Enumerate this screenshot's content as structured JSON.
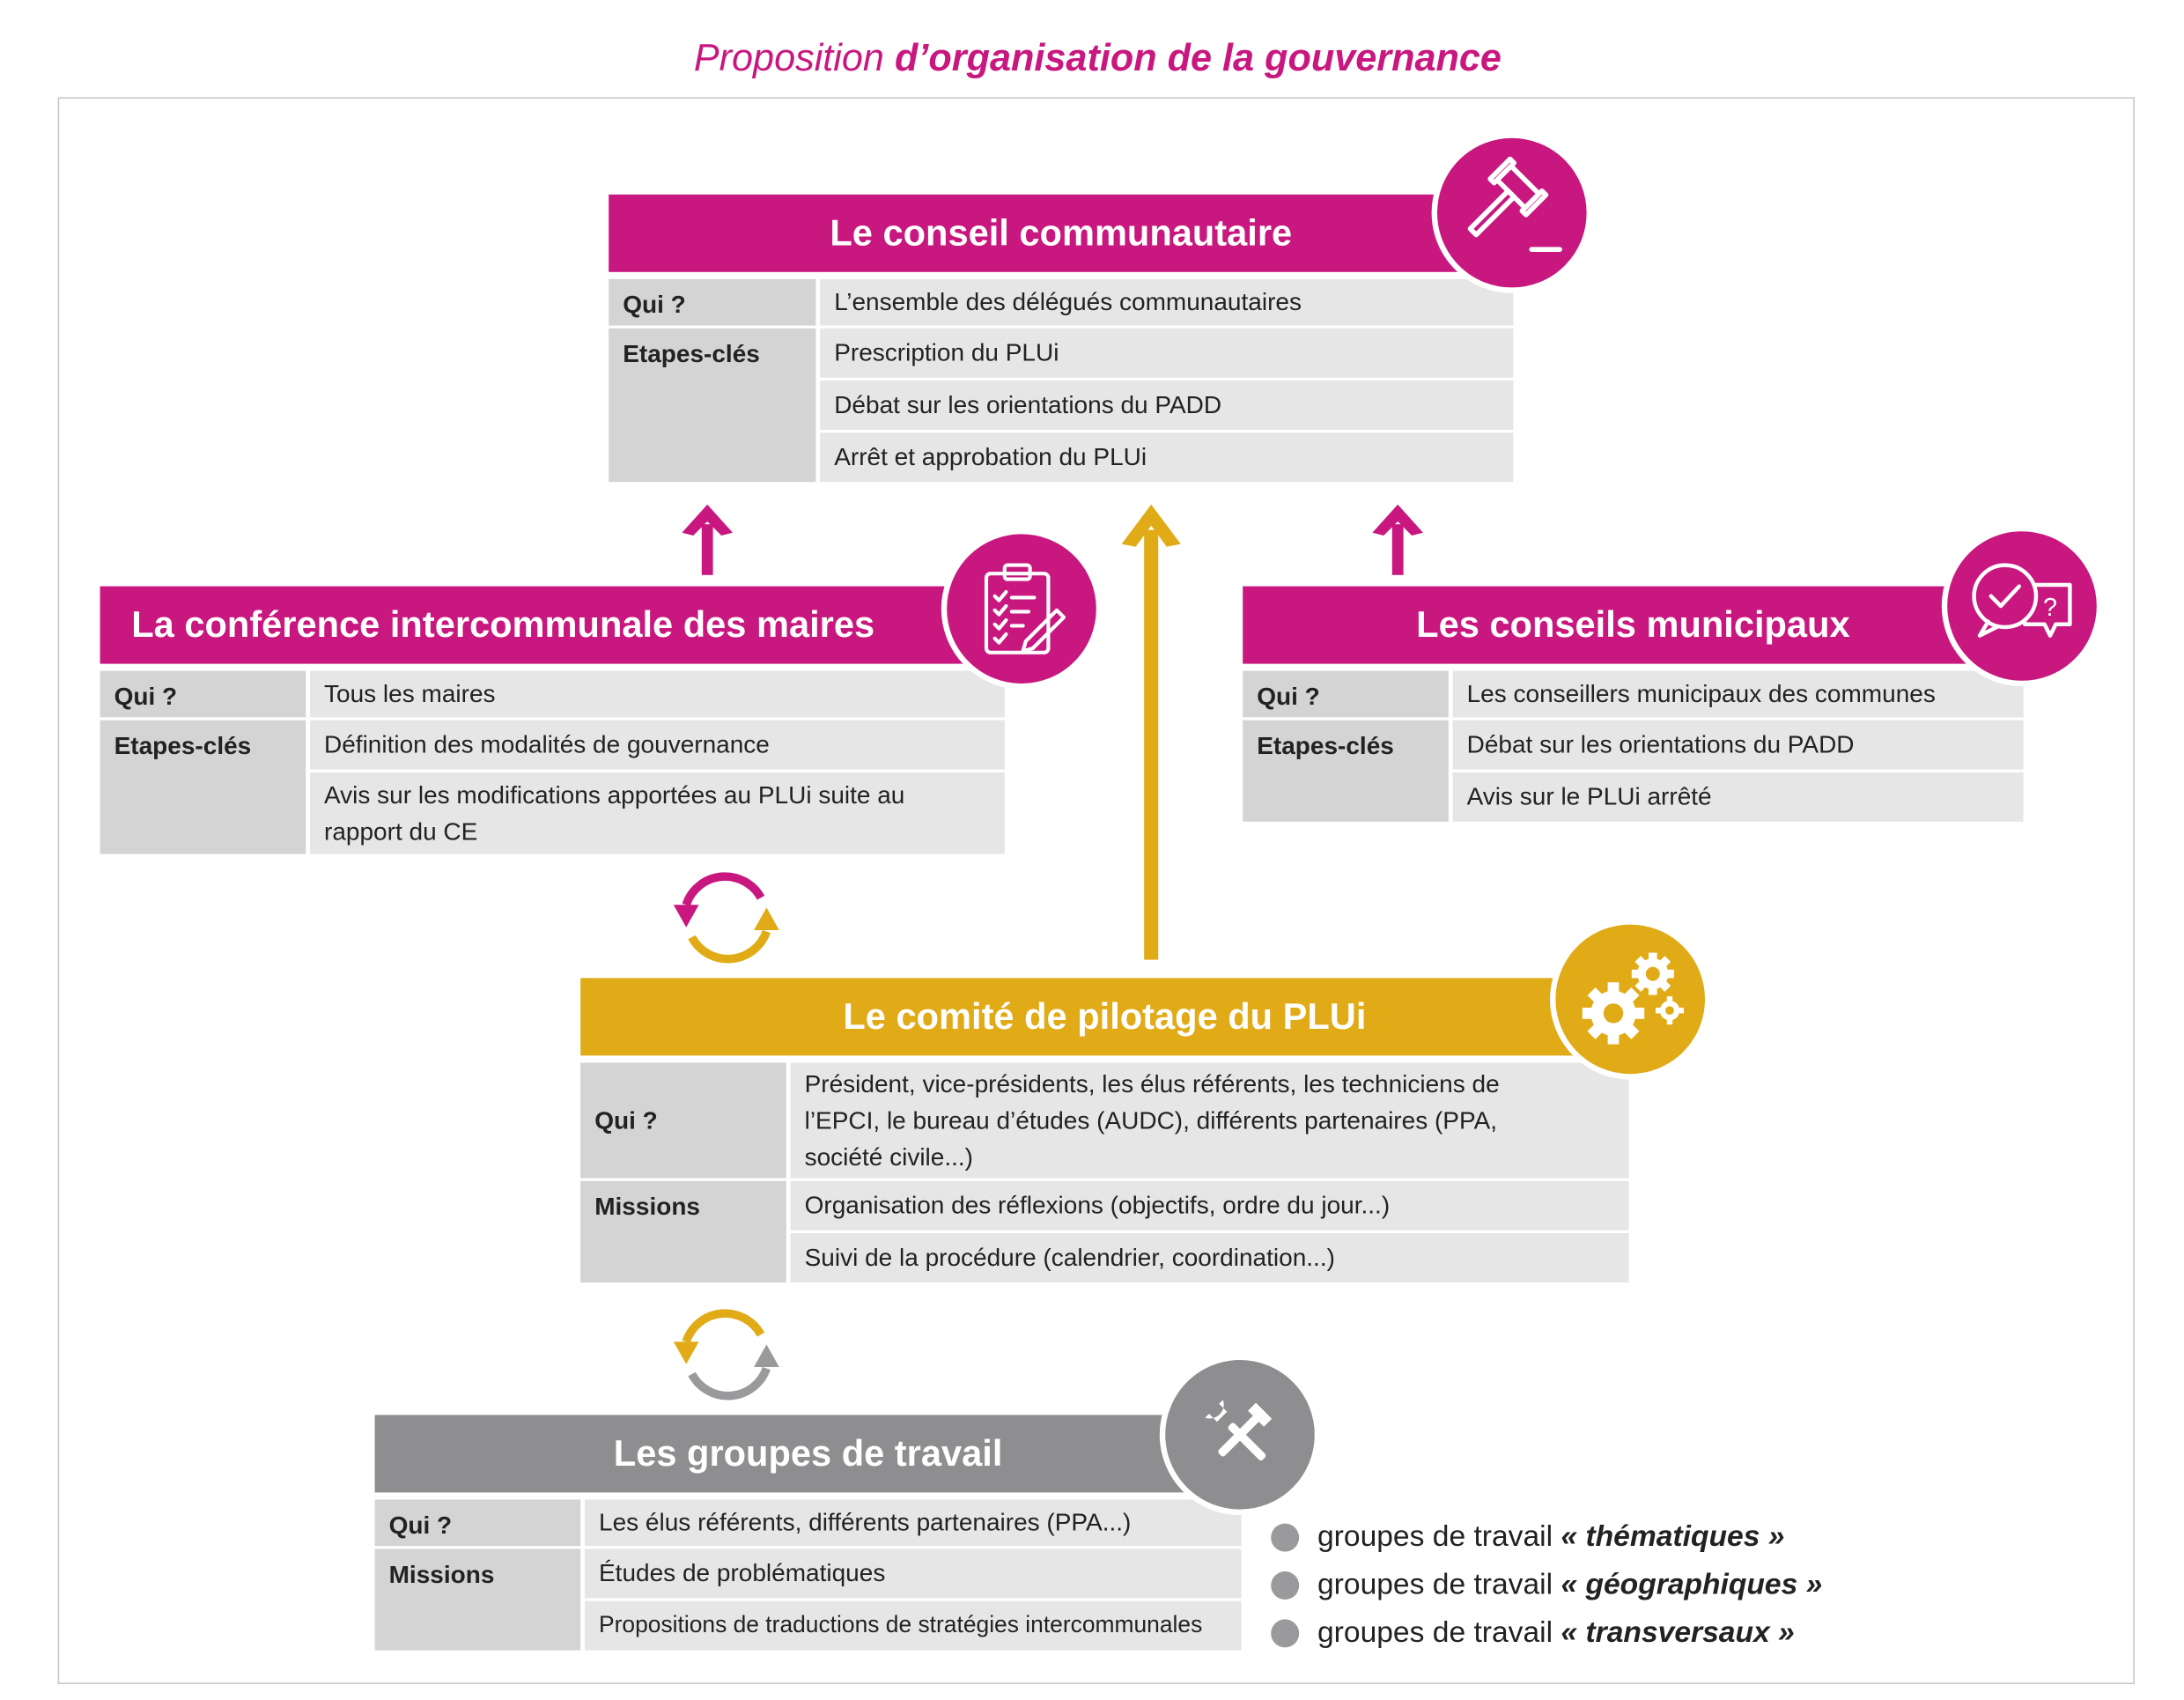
{
  "title": {
    "normal": "Proposition",
    "bold": "d’organisation de la gouvernance"
  },
  "conseil_communautaire": {
    "heading": "Le conseil communautaire",
    "qui_label": "Qui ?",
    "qui": "L’ensemble des délégués communautaires",
    "etapes_label": "Etapes-clés",
    "etapes": [
      "Prescription du PLUi",
      "Débat sur les orientations du PADD",
      "Arrêt et approbation du PLUi"
    ],
    "icon": "gavel-icon"
  },
  "conference_maires": {
    "heading": "La conférence intercommunale des maires",
    "qui_label": "Qui ?",
    "qui": "Tous les maires",
    "etapes_label": "Etapes-clés",
    "etapes": [
      "Définition des modalités de gouvernance",
      "Avis sur les modifications apportées au PLUi suite au rapport du CE"
    ],
    "icon": "clipboard-checklist-icon"
  },
  "conseils_municipaux": {
    "heading": "Les conseils municipaux",
    "qui_label": "Qui ?",
    "qui": "Les conseillers municipaux des communes",
    "etapes_label": "Etapes-clés",
    "etapes": [
      "Débat sur les orientations du PADD",
      "Avis sur le PLUi arrêté"
    ],
    "icon": "speech-bubbles-icon"
  },
  "comite_pilotage": {
    "heading": "Le comité de pilotage du PLUi",
    "qui_label": "Qui ?",
    "qui": "Président, vice-présidents, les élus référents, les techniciens de l’EPCI, le bureau d’études (AUDC), différents partenaires (PPA, société civile...)",
    "missions_label": "Missions",
    "missions": [
      "Organisation des réflexions (objectifs, ordre du jour...)",
      "Suivi de la procédure (calendrier, coordination...)"
    ],
    "icon": "gears-icon"
  },
  "groupes_travail": {
    "heading": "Les groupes de travail",
    "qui_label": "Qui ?",
    "qui": "Les élus référents, différents partenaires (PPA...)",
    "missions_label": "Missions",
    "missions": [
      "Études de problématiques",
      "Propositions de traductions de stratégies intercommunales"
    ],
    "icon": "tools-icon"
  },
  "legend": [
    {
      "prefix": "groupes de travail",
      "qualifier": "« thématiques »"
    },
    {
      "prefix": "groupes de travail",
      "qualifier": "« géographiques »"
    },
    {
      "prefix": "groupes de travail",
      "qualifier": "« transversaux »"
    }
  ],
  "colors": {
    "magenta": "#c8177f",
    "gold": "#e0ab16",
    "grey": "#8e8e90",
    "label_bg": "#d4d4d4",
    "value_bg": "#e6e6e6"
  }
}
